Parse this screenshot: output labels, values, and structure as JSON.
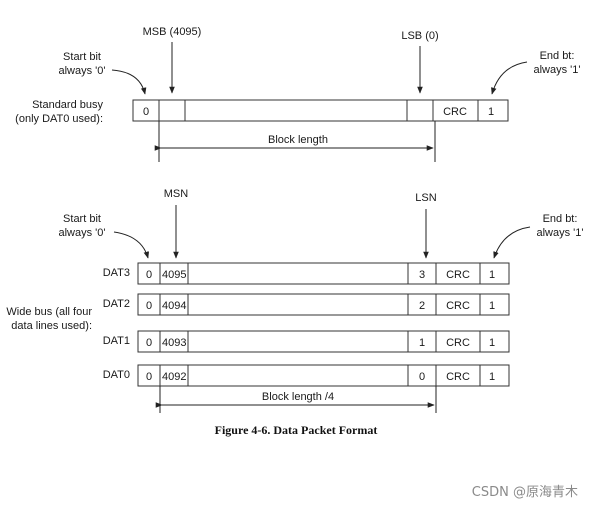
{
  "top": {
    "start_bit": [
      "Start bit",
      "always '0'"
    ],
    "msb": "MSB (4095)",
    "lsb": "LSB (0)",
    "end_bit": [
      "End bt:",
      "always '1'"
    ],
    "row_label": [
      "Standard busy",
      "(only DAT0 used):"
    ],
    "cells": [
      "0",
      "",
      "",
      "",
      "CRC",
      "1"
    ],
    "block_length": "Block length"
  },
  "bottom": {
    "start_bit": [
      "Start bit",
      "always '0'"
    ],
    "msn": "MSN",
    "lsn": "LSN",
    "end_bit": [
      "End bt:",
      "always '1'"
    ],
    "group_label": [
      "Wide bus (all four",
      "data lines used):"
    ],
    "rows": [
      {
        "name": "DAT3",
        "first": "0",
        "msn": "4095",
        "lsn": "3",
        "crc": "CRC",
        "last": "1"
      },
      {
        "name": "DAT2",
        "first": "0",
        "msn": "4094",
        "lsn": "2",
        "crc": "CRC",
        "last": "1"
      },
      {
        "name": "DAT1",
        "first": "0",
        "msn": "4093",
        "lsn": "1",
        "crc": "CRC",
        "last": "1"
      },
      {
        "name": "DAT0",
        "first": "0",
        "msn": "4092",
        "lsn": "0",
        "crc": "CRC",
        "last": "1"
      }
    ],
    "block_length": "Block length /4"
  },
  "caption": "Figure 4-6.  Data Packet Format",
  "watermark": "CSDN @原海青木"
}
